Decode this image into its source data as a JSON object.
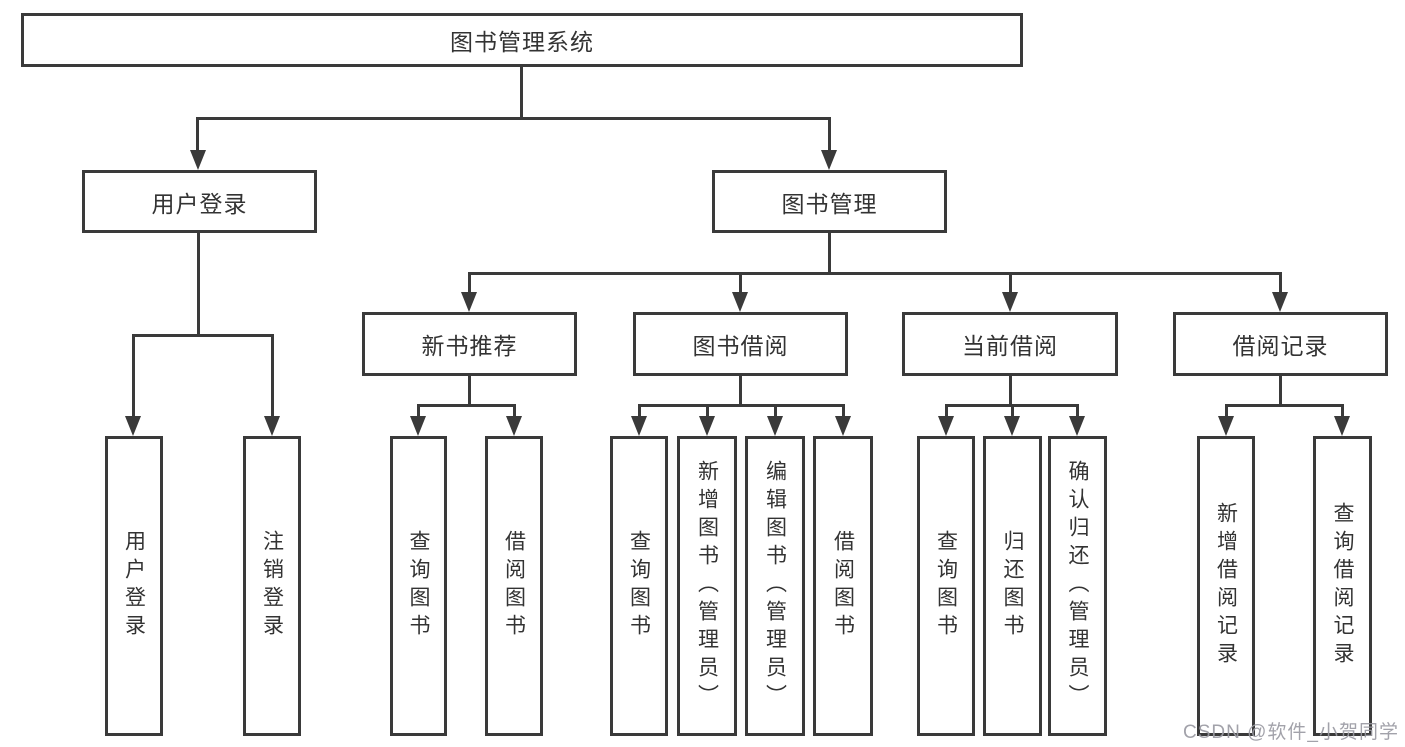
{
  "diagram": {
    "type": "hierarchy-tree",
    "nodes": {
      "root": "图书管理系统",
      "user_login": {
        "label": "用户登录",
        "children": {
          "login": "用户登录",
          "logout": "注销登录"
        }
      },
      "book_mgmt": {
        "label": "图书管理",
        "children": {
          "new_book_rec": {
            "label": "新书推荐",
            "children": {
              "query": "查询图书",
              "borrow": "借阅图书"
            }
          },
          "book_borrow": {
            "label": "图书借阅",
            "children": {
              "query": "查询图书",
              "add": "新增图书（管理员）",
              "edit": "编辑图书（管理员）",
              "borrow": "借阅图书"
            }
          },
          "current_borrow": {
            "label": "当前借阅",
            "children": {
              "query": "查询图书",
              "return": "归还图书",
              "confirm": "确认归还（管理员）"
            }
          },
          "borrow_record": {
            "label": "借阅记录",
            "children": {
              "add": "新增借阅记录",
              "query": "查询借阅记录"
            }
          }
        }
      }
    },
    "colors": {
      "line": "#3a3a3a",
      "text": "#333333",
      "background": "#ffffff",
      "watermark": "#9b9ba3"
    }
  },
  "watermark": {
    "text": "CSDN @软件_小贺同学"
  }
}
